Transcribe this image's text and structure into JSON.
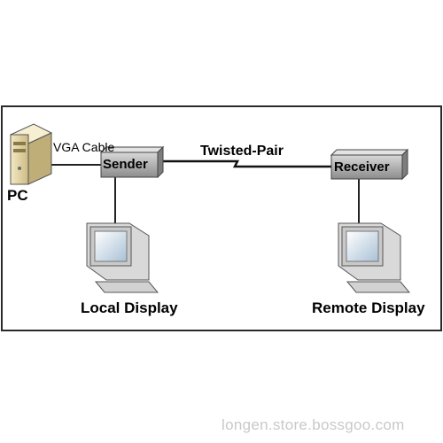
{
  "labels": {
    "pc": "PC",
    "vga_cable": "VGA Cable",
    "sender": "Sender",
    "receiver": "Receiver",
    "twisted_pair": "Twisted-Pair",
    "local_display": "Local Display",
    "remote_display": "Remote Display"
  },
  "watermark": "longen.store.bossgoo.com",
  "icons": {
    "pc": "pc-tower-icon",
    "local_display": "crt-monitor-icon",
    "remote_display": "crt-monitor-icon"
  }
}
